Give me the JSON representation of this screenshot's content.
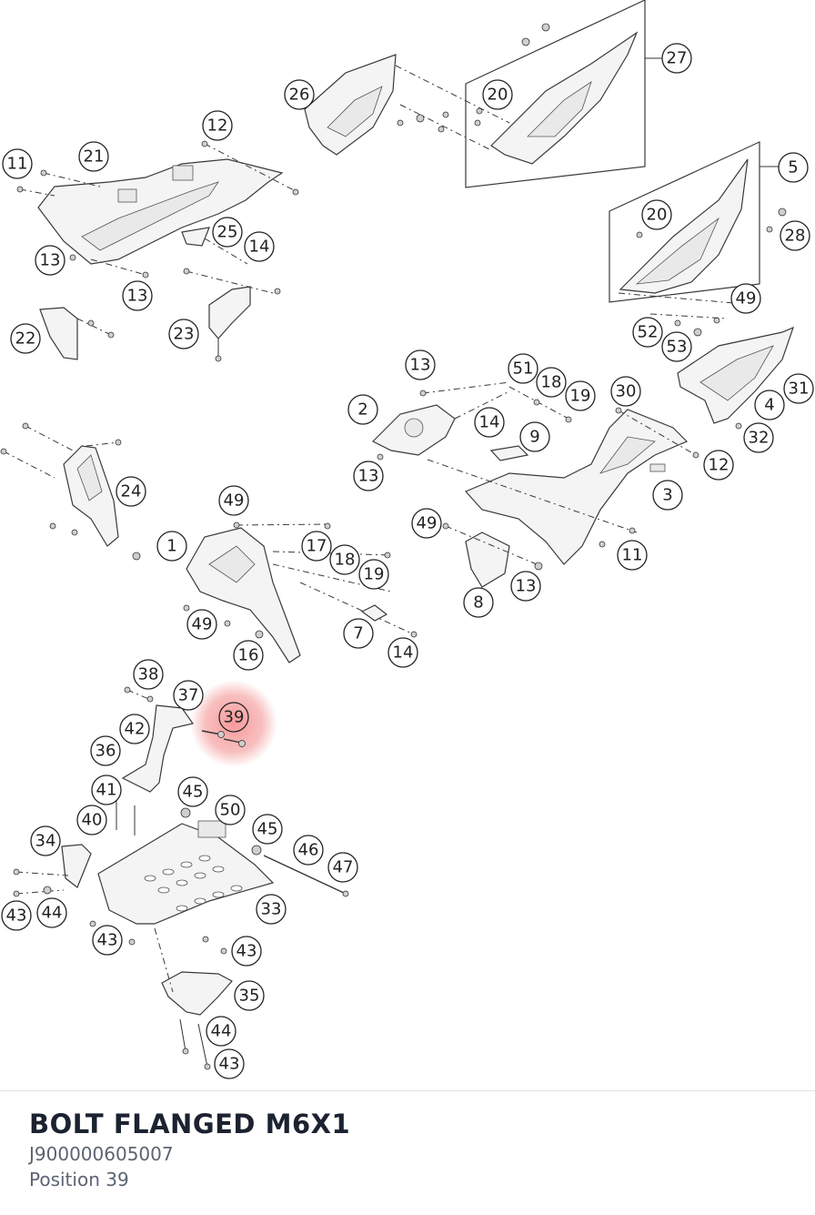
{
  "part": {
    "name": "BOLT FLANGED M6X1",
    "number": "J900000605007",
    "position": "Position 39"
  },
  "highlight_color": "#f07070",
  "callouts": [
    "27",
    "26",
    "20",
    "12",
    "11",
    "21",
    "5",
    "20",
    "28",
    "25",
    "14",
    "13",
    "13",
    "49",
    "22",
    "23",
    "52",
    "53",
    "13",
    "51",
    "18",
    "19",
    "30",
    "31",
    "2",
    "4",
    "14",
    "9",
    "32",
    "12",
    "13",
    "3",
    "24",
    "49",
    "1",
    "17",
    "18",
    "19",
    "49",
    "11",
    "13",
    "8",
    "49",
    "7",
    "16",
    "14",
    "38",
    "37",
    "39",
    "42",
    "36",
    "41",
    "45",
    "40",
    "50",
    "45",
    "34",
    "46",
    "47",
    "43",
    "44",
    "33",
    "43",
    "43",
    "35",
    "44",
    "43"
  ]
}
